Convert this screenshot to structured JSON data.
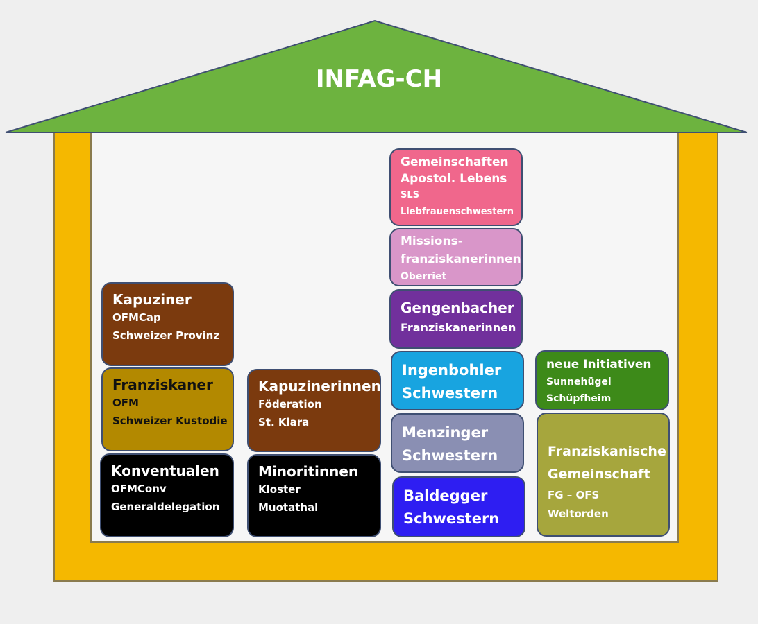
{
  "title": "INFAG-CH",
  "colors": {
    "roof": "#6db33f",
    "frame": "#f5b800",
    "frame_border": "#8a7b4e",
    "interior": "#f6f6f6",
    "box_border": "#3f4f72"
  },
  "columns": [
    {
      "boxes": [
        {
          "title": "Kapuziner",
          "lines": [
            "OFMCap",
            "Schweizer Provinz"
          ],
          "color": "#7b3a0e"
        },
        {
          "title": "Franziskaner",
          "lines": [
            "OFM",
            "Schweizer Kustodie"
          ],
          "color": "#b38900"
        },
        {
          "title": "Konventualen",
          "lines": [
            "OFMConv",
            "Generaldelegation"
          ],
          "color": "#000000"
        }
      ]
    },
    {
      "boxes": [
        {
          "title": "Kapuzinerinnen",
          "lines": [
            "Föderation",
            "St. Klara"
          ],
          "color": "#7b3a0e"
        },
        {
          "title": "Minoritinnen",
          "lines": [
            "Kloster",
            "Muotathal"
          ],
          "color": "#000000"
        }
      ]
    },
    {
      "boxes": [
        {
          "title": "Gemeinschaften",
          "lines": [
            "Apostol. Lebens",
            "SLS",
            "Liebfrauenschwestern"
          ],
          "color": "#f0678c"
        },
        {
          "title": "Missions-",
          "lines": [
            "franziskanerinnen",
            "Oberriet"
          ],
          "color": "#d996c9"
        },
        {
          "title": "Gengenbacher",
          "lines": [
            "Franziskanerinnen"
          ],
          "color": "#71309c"
        },
        {
          "title": "Ingenbohler",
          "lines": [
            "Schwestern"
          ],
          "color": "#18a4e0"
        },
        {
          "title": "Menzinger",
          "lines": [
            "Schwestern"
          ],
          "color": "#8a8fb3"
        },
        {
          "title": "Baldegger",
          "lines": [
            "Schwestern"
          ],
          "color": "#2e1ef2"
        }
      ]
    },
    {
      "boxes": [
        {
          "title": "neue Initiativen",
          "lines": [
            "Sunnehügel",
            "Schüpfheim"
          ],
          "color": "#3d8a19"
        },
        {
          "title": "Franziskanische",
          "lines": [
            "Gemeinschaft",
            "FG – OFS",
            "Weltorden"
          ],
          "color": "#a6a63d"
        }
      ]
    }
  ]
}
